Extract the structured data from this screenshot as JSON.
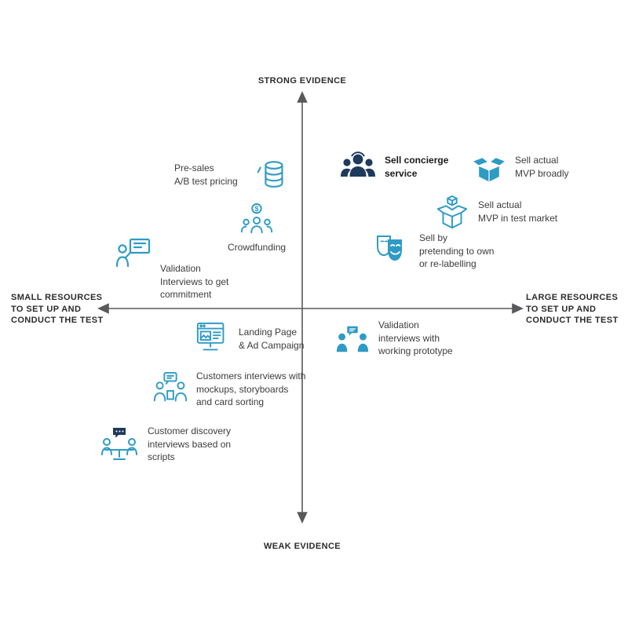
{
  "diagram_title": "Evidence strength vs resources quadrant of validation experiments",
  "colors": {
    "accent": "#2E9BC5",
    "dark_navy": "#1E3A5C",
    "axis": "#58595B",
    "text": "#3C3C3C"
  },
  "axes": {
    "top_label": "STRONG EVIDENCE",
    "bottom_label": "WEAK EVIDENCE",
    "left_label": "SMALL RESOURCES\nTO SET UP AND\nCONDUCT THE TEST",
    "right_label": "LARGE RESOURCES\nTO SET UP AND\nCONDUCT THE TEST"
  },
  "items": [
    {
      "id": "presales",
      "label": "Pre-sales\nA/B test pricing",
      "icon": "coins-icon",
      "quadrant": "top-left"
    },
    {
      "id": "crowdfunding",
      "label": "Crowdfunding",
      "icon": "crowdfunding-icon",
      "quadrant": "top-left"
    },
    {
      "id": "commitment",
      "label": "Validation\nInterviews to get\ncommitment",
      "icon": "presenter-icon",
      "quadrant": "top-left"
    },
    {
      "id": "concierge",
      "label": "Sell concierge\nservice",
      "icon": "concierge-people-icon",
      "quadrant": "top-right"
    },
    {
      "id": "mvp-broadly",
      "label": "Sell actual\nMVP broadly",
      "icon": "open-box-filled-icon",
      "quadrant": "top-right"
    },
    {
      "id": "mvp-test",
      "label": "Sell actual\nMVP in test market",
      "icon": "open-box-outline-icon",
      "quadrant": "top-right"
    },
    {
      "id": "pretend",
      "label": "Sell by\npretending to own\nor re-labelling",
      "icon": "theater-masks-icon",
      "quadrant": "top-right"
    },
    {
      "id": "landing",
      "label": "Landing Page\n& Ad Campaign",
      "icon": "landing-page-icon",
      "quadrant": "bottom-left"
    },
    {
      "id": "prototype",
      "label": "Validation\ninterviews with\nworking prototype",
      "icon": "prototype-interview-icon",
      "quadrant": "bottom-right"
    },
    {
      "id": "mockups",
      "label": "Customers interviews with\nmockups, storyboards\nand card sorting",
      "icon": "mockup-interview-icon",
      "quadrant": "bottom-left"
    },
    {
      "id": "discovery",
      "label": "Customer discovery\ninterviews based on\nscripts",
      "icon": "discovery-table-icon",
      "quadrant": "bottom-left"
    }
  ]
}
